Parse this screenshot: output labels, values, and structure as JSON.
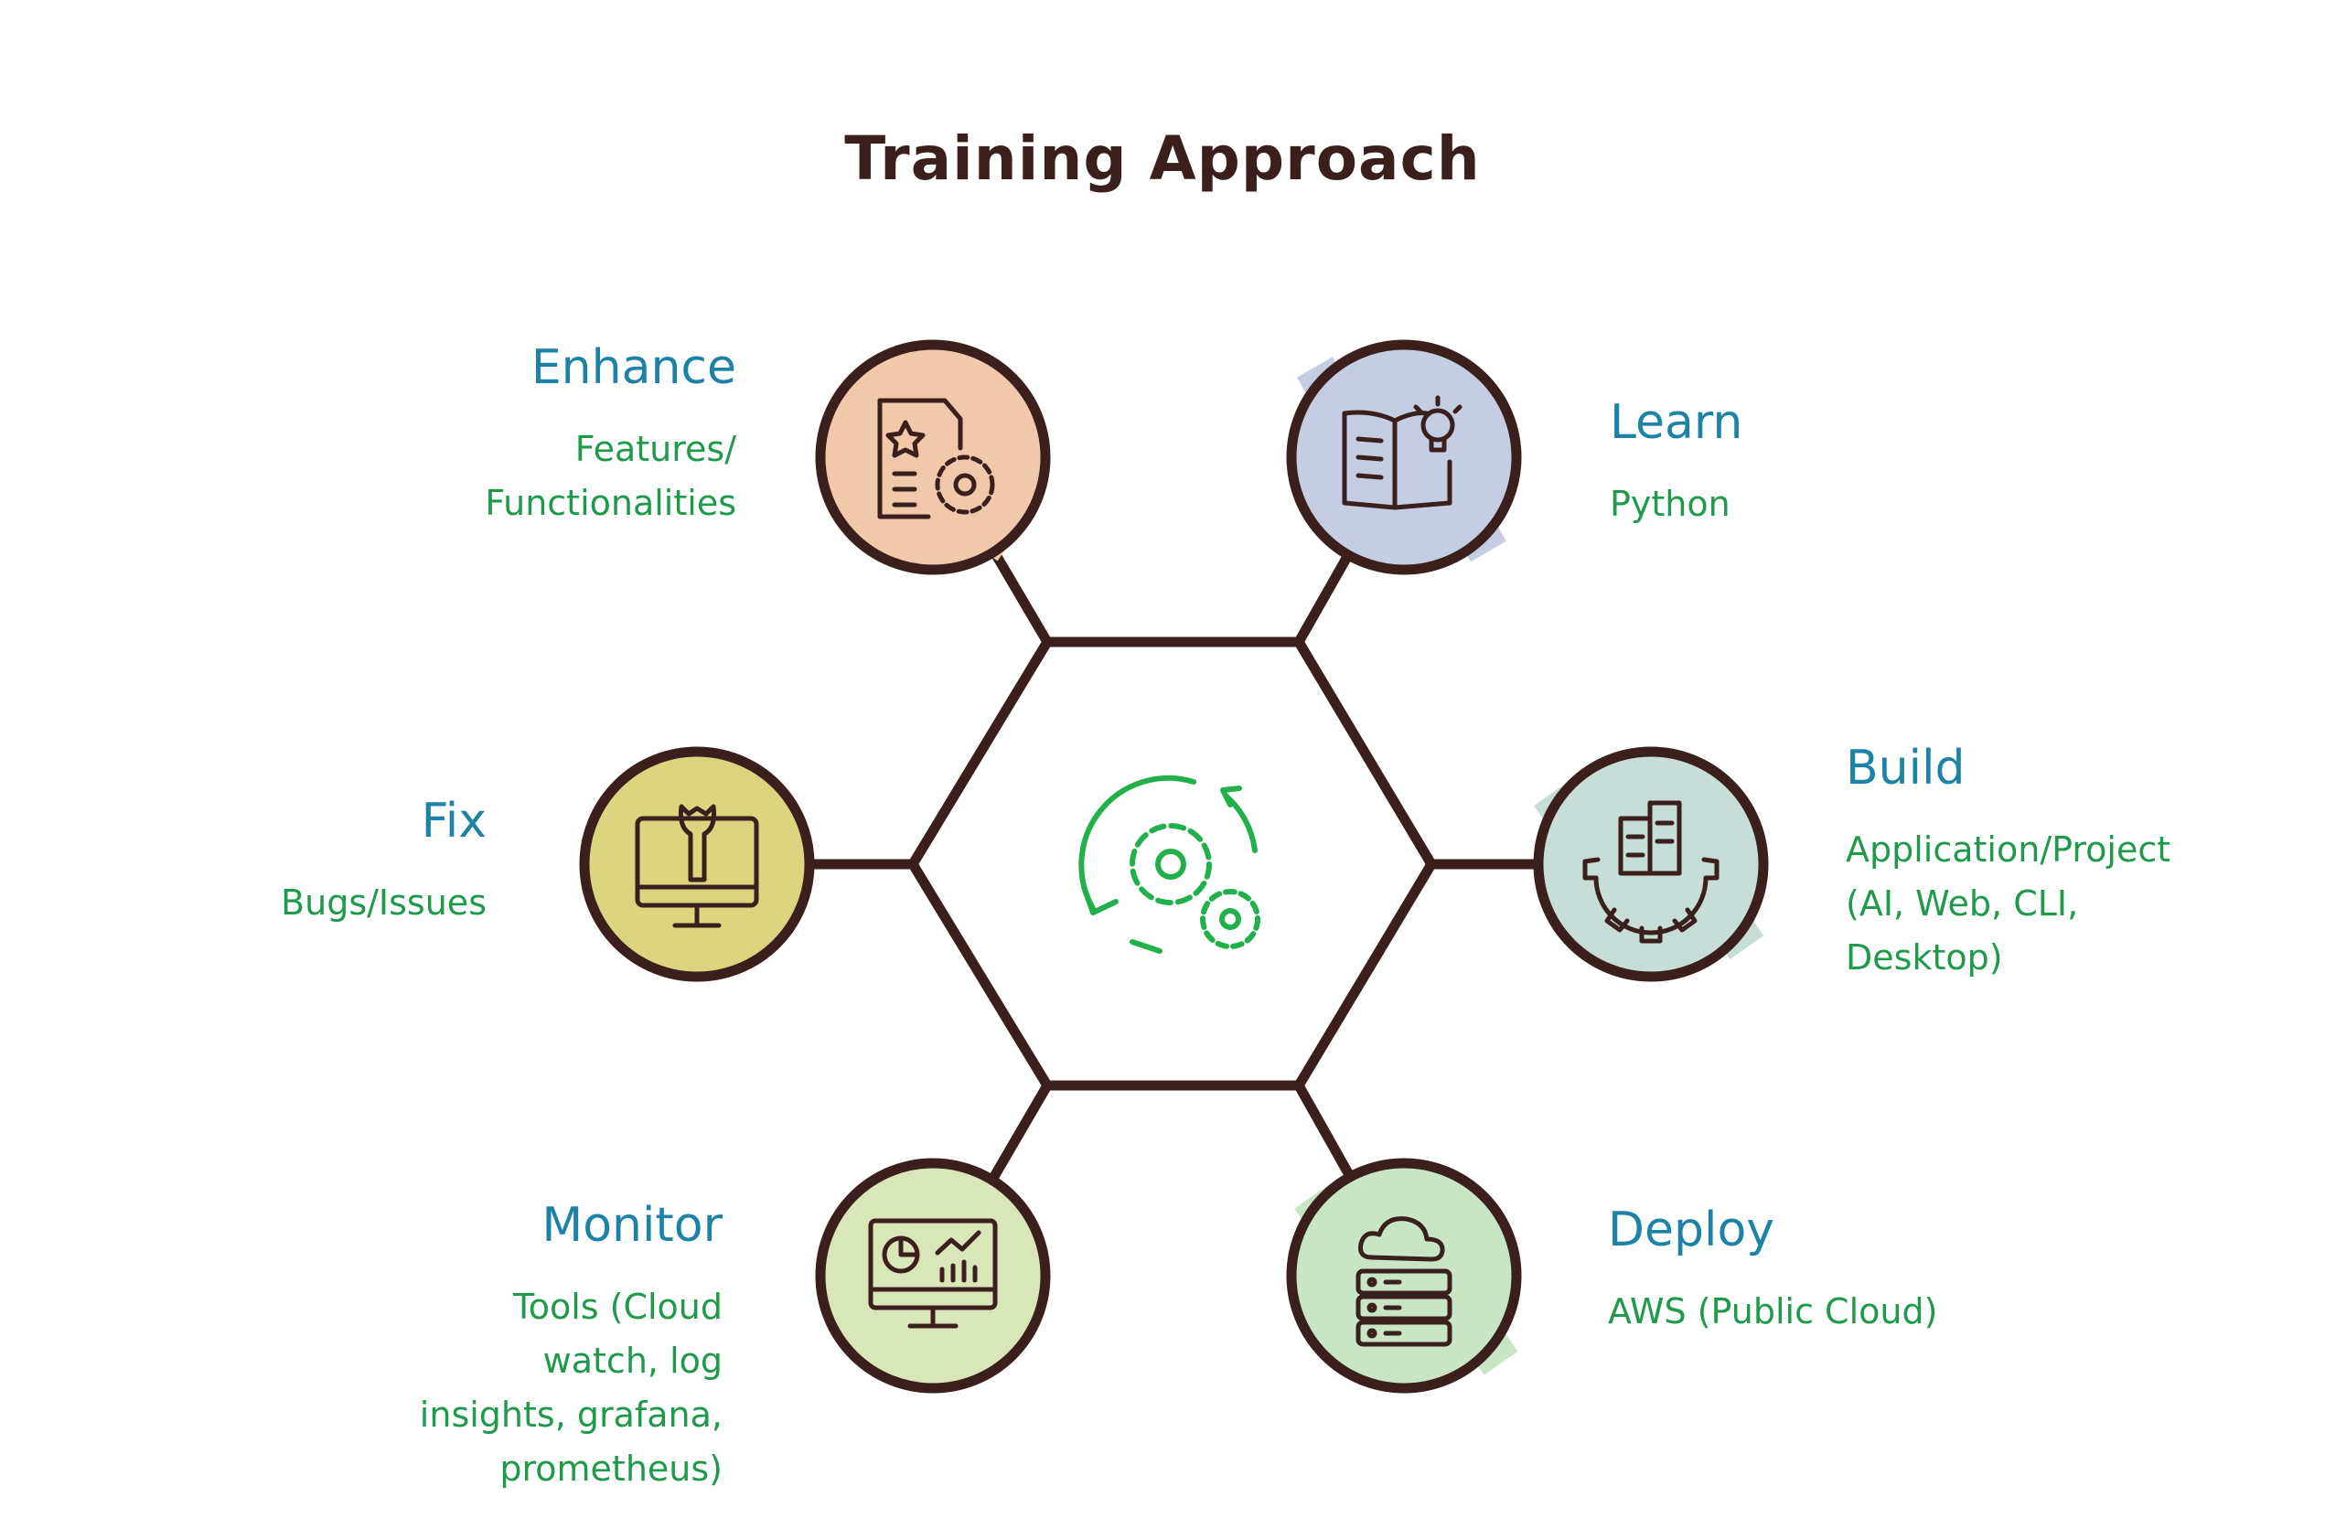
{
  "title": "Training Approach",
  "colors": {
    "outline": "#3a1f1d",
    "heading": "#1d83a6",
    "description": "#1f9a4b",
    "center_icon": "#22b04b"
  },
  "center": {
    "icon": "gears-cycle-icon"
  },
  "nodes": {
    "enhance": {
      "heading": "Enhance",
      "lines": [
        "Features/",
        "Functionalities"
      ],
      "icon": "document-star-gear-icon",
      "fill": "#f1c9aa"
    },
    "learn": {
      "heading": "Learn",
      "lines": [
        "Python"
      ],
      "icon": "book-lightbulb-icon",
      "fill": "#c5cde2"
    },
    "fix": {
      "heading": "Fix",
      "lines": [
        "Bugs/Issues"
      ],
      "icon": "monitor-wrench-icon",
      "fill": "#dcd47f"
    },
    "build": {
      "heading": "Build",
      "lines": [
        "Application/Project",
        "(AI, Web, CLI,",
        "Desktop)"
      ],
      "icon": "gear-building-icon",
      "fill": "#c6ddd8"
    },
    "monitor": {
      "heading": "Monitor",
      "lines": [
        "Tools (Cloud",
        "watch, log",
        "insights, grafana,",
        "prometheus)"
      ],
      "icon": "dashboard-monitor-icon",
      "fill": "#d9e6b8"
    },
    "deploy": {
      "heading": "Deploy",
      "lines": [
        "AWS (Public Cloud)"
      ],
      "icon": "cloud-server-icon",
      "fill": "#c8e6c3"
    }
  }
}
